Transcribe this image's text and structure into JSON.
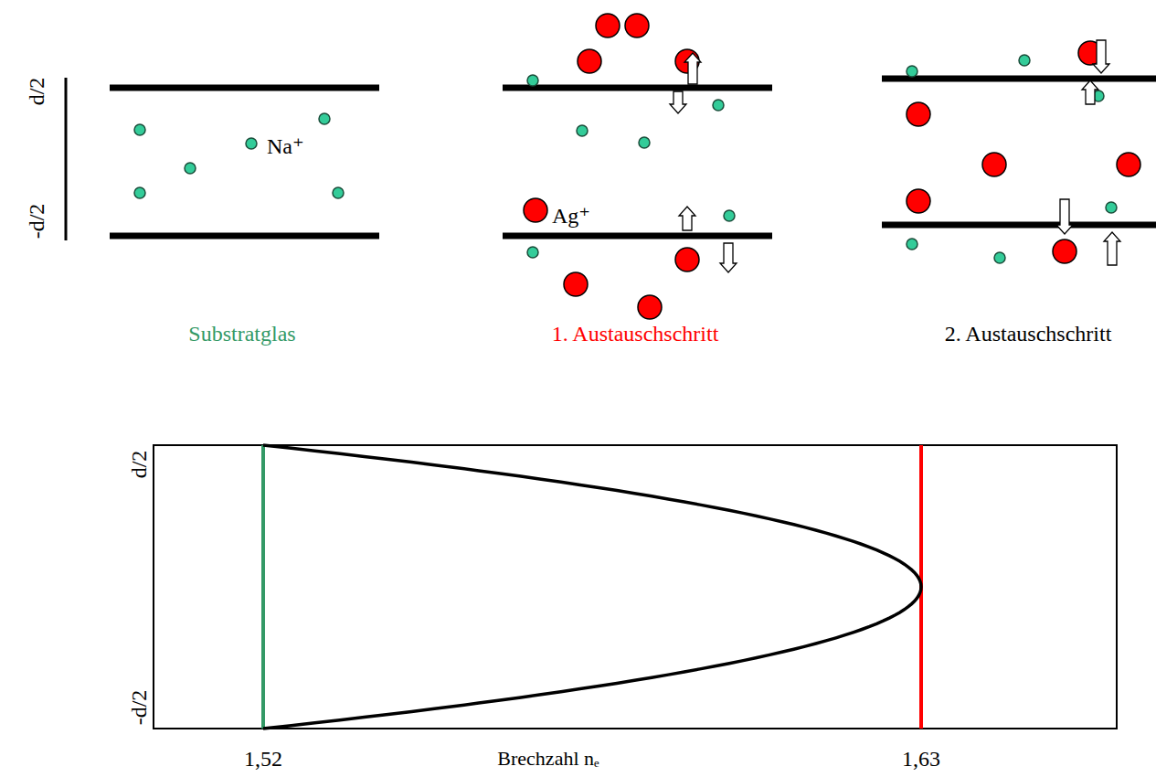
{
  "diagram": {
    "labels": [
      "d/2",
      "-d/2",
      "Na⁺",
      "Ag⁺",
      "Substratglas",
      "1. Austauschschritt",
      "2. Austauschschritt",
      "d/2",
      "-d/2",
      "1,52",
      "Brechzahl nₑ",
      "1,63"
    ]
  }
}
